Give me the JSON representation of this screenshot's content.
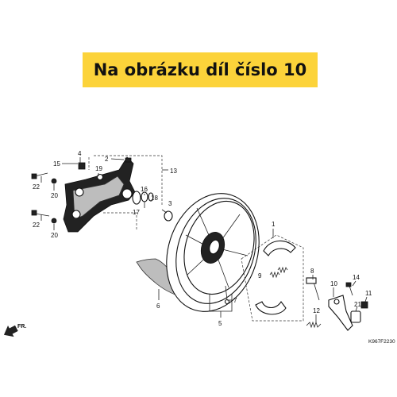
{
  "banner": {
    "text": "Na obrázku díl číslo 10",
    "background": "#fcd33a"
  },
  "diagram_code": "K967F2230",
  "direction_label": "FR.",
  "callouts": [
    "1",
    "2",
    "3",
    "4",
    "5",
    "6",
    "7",
    "8",
    "9",
    "10",
    "11",
    "12",
    "13",
    "14",
    "15",
    "16",
    "17",
    "18",
    "19",
    "20",
    "21",
    "22"
  ]
}
